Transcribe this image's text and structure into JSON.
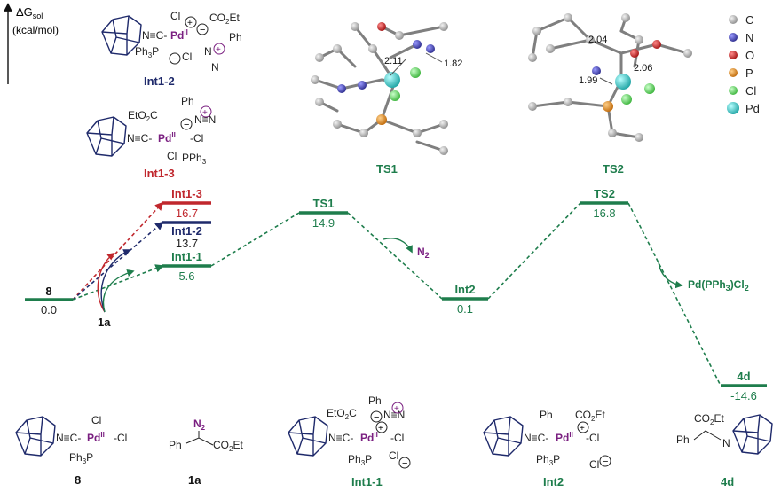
{
  "axis": {
    "label_main": "ΔG",
    "label_sub": "sol",
    "unit": "(kcal/mol)"
  },
  "colors": {
    "green": "#1e7d4c",
    "red": "#c0272d",
    "navy": "#1f2a6b",
    "purple": "#7a1f80",
    "carbon": "#a8a8a8",
    "nitrogen": "#3a3aa8",
    "oxygen": "#c81e1e",
    "phosphorus": "#e08a1e",
    "chlorine": "#5fd35f",
    "palladium": "#3ac6c6"
  },
  "levels": [
    {
      "id": "8",
      "name": "8",
      "value": "0.0",
      "color": "green"
    },
    {
      "id": "int1-3",
      "name": "Int1-3",
      "value": "16.7",
      "color": "red"
    },
    {
      "id": "int1-2",
      "name": "Int1-2",
      "value": "13.7",
      "color": "navy"
    },
    {
      "id": "int1-1",
      "name": "Int1-1",
      "value": "5.6",
      "color": "green"
    },
    {
      "id": "ts1",
      "name": "TS1",
      "value": "14.9",
      "color": "green"
    },
    {
      "id": "int2",
      "name": "Int2",
      "value": "0.1",
      "color": "green"
    },
    {
      "id": "ts2",
      "name": "TS2",
      "value": "16.8",
      "color": "green"
    },
    {
      "id": "4d",
      "name": "4d",
      "value": "-14.6",
      "color": "green"
    }
  ],
  "reactant_label": "1a",
  "byproducts": {
    "n2_main": "N",
    "n2_sub": "2",
    "pd_main": "Pd(PPh",
    "pd_sub1": "3",
    "pd_mid": ")Cl",
    "pd_sub2": "2"
  },
  "ts_structures": {
    "ts1": {
      "label": "TS1",
      "d1": "2.11",
      "d2": "1.82"
    },
    "ts2": {
      "label": "TS2",
      "d1": "2.04",
      "d2": "1.99",
      "d3": "2.06"
    }
  },
  "legend": [
    {
      "element": "C",
      "color": "carbon"
    },
    {
      "element": "N",
      "color": "nitrogen"
    },
    {
      "element": "O",
      "color": "oxygen"
    },
    {
      "element": "P",
      "color": "phosphorus"
    },
    {
      "element": "Cl",
      "color": "chlorine"
    },
    {
      "element": "Pd",
      "color": "palladium"
    }
  ],
  "structures": {
    "int1_2": {
      "label": "Int1-2",
      "nc": "N≡C-",
      "pd": "Pd",
      "pd_ox": "II",
      "ph3p": "Ph",
      "ph3p_sub": "3",
      "ph3p_p": "P",
      "cl1": "Cl",
      "cl2": "Cl",
      "co2et": "CO",
      "co2et_sub": "2",
      "co2et_et": "Et",
      "ph": "Ph",
      "n": "N",
      "n2": "N",
      "plus": "+",
      "minus": "−"
    },
    "int1_3": {
      "label": "Int1-3",
      "nc": "N≡C-",
      "pd": "Pd",
      "pd_ox": "II",
      "cl1": "-Cl",
      "cl2": "Cl",
      "pph3": "PPh",
      "pph3_sub": "3",
      "eto2c": "EtO",
      "eto2c_sub": "2",
      "eto2c_c": "C",
      "ph": "Ph",
      "n2": "N≡N",
      "plus": "+",
      "minus": "−"
    },
    "s8": {
      "label": "8",
      "nc": "N≡C-",
      "pd": "Pd",
      "pd_ox": "II",
      "cl1": "Cl",
      "cl2": "-Cl",
      "ph3p": "Ph",
      "ph3p_sub": "3",
      "ph3p_p": "P"
    },
    "s1a": {
      "label": "1a",
      "n2": "N",
      "n2_sub": "2",
      "ph": "Ph",
      "co2et": "CO",
      "co2et_sub": "2",
      "co2et_et": "Et"
    },
    "int1_1": {
      "label": "Int1-1",
      "nc": "N≡C-",
      "pd": "Pd",
      "pd_ox": "II",
      "cl1": "-Cl",
      "cl2": "Cl",
      "ph3p": "Ph",
      "ph3p_sub": "3",
      "ph3p_p": "P",
      "eto2c": "EtO",
      "eto2c_sub": "2",
      "eto2c_c": "C",
      "ph": "Ph",
      "n2": "N≡N",
      "plus": "+",
      "minus": "−"
    },
    "int2": {
      "label": "Int2",
      "nc": "N≡C-",
      "pd": "Pd",
      "pd_ox": "II",
      "cl1": "-Cl",
      "cl2": "Cl",
      "ph3p": "Ph",
      "ph3p_sub": "3",
      "ph3p_p": "P",
      "ph": "Ph",
      "co2et": "CO",
      "co2et_sub": "2",
      "co2et_et": "Et",
      "plus": "+",
      "minus": "−"
    },
    "s4d": {
      "label": "4d",
      "co2et": "CO",
      "co2et_sub": "2",
      "co2et_et": "Et",
      "ph": "Ph",
      "n": "N"
    }
  }
}
